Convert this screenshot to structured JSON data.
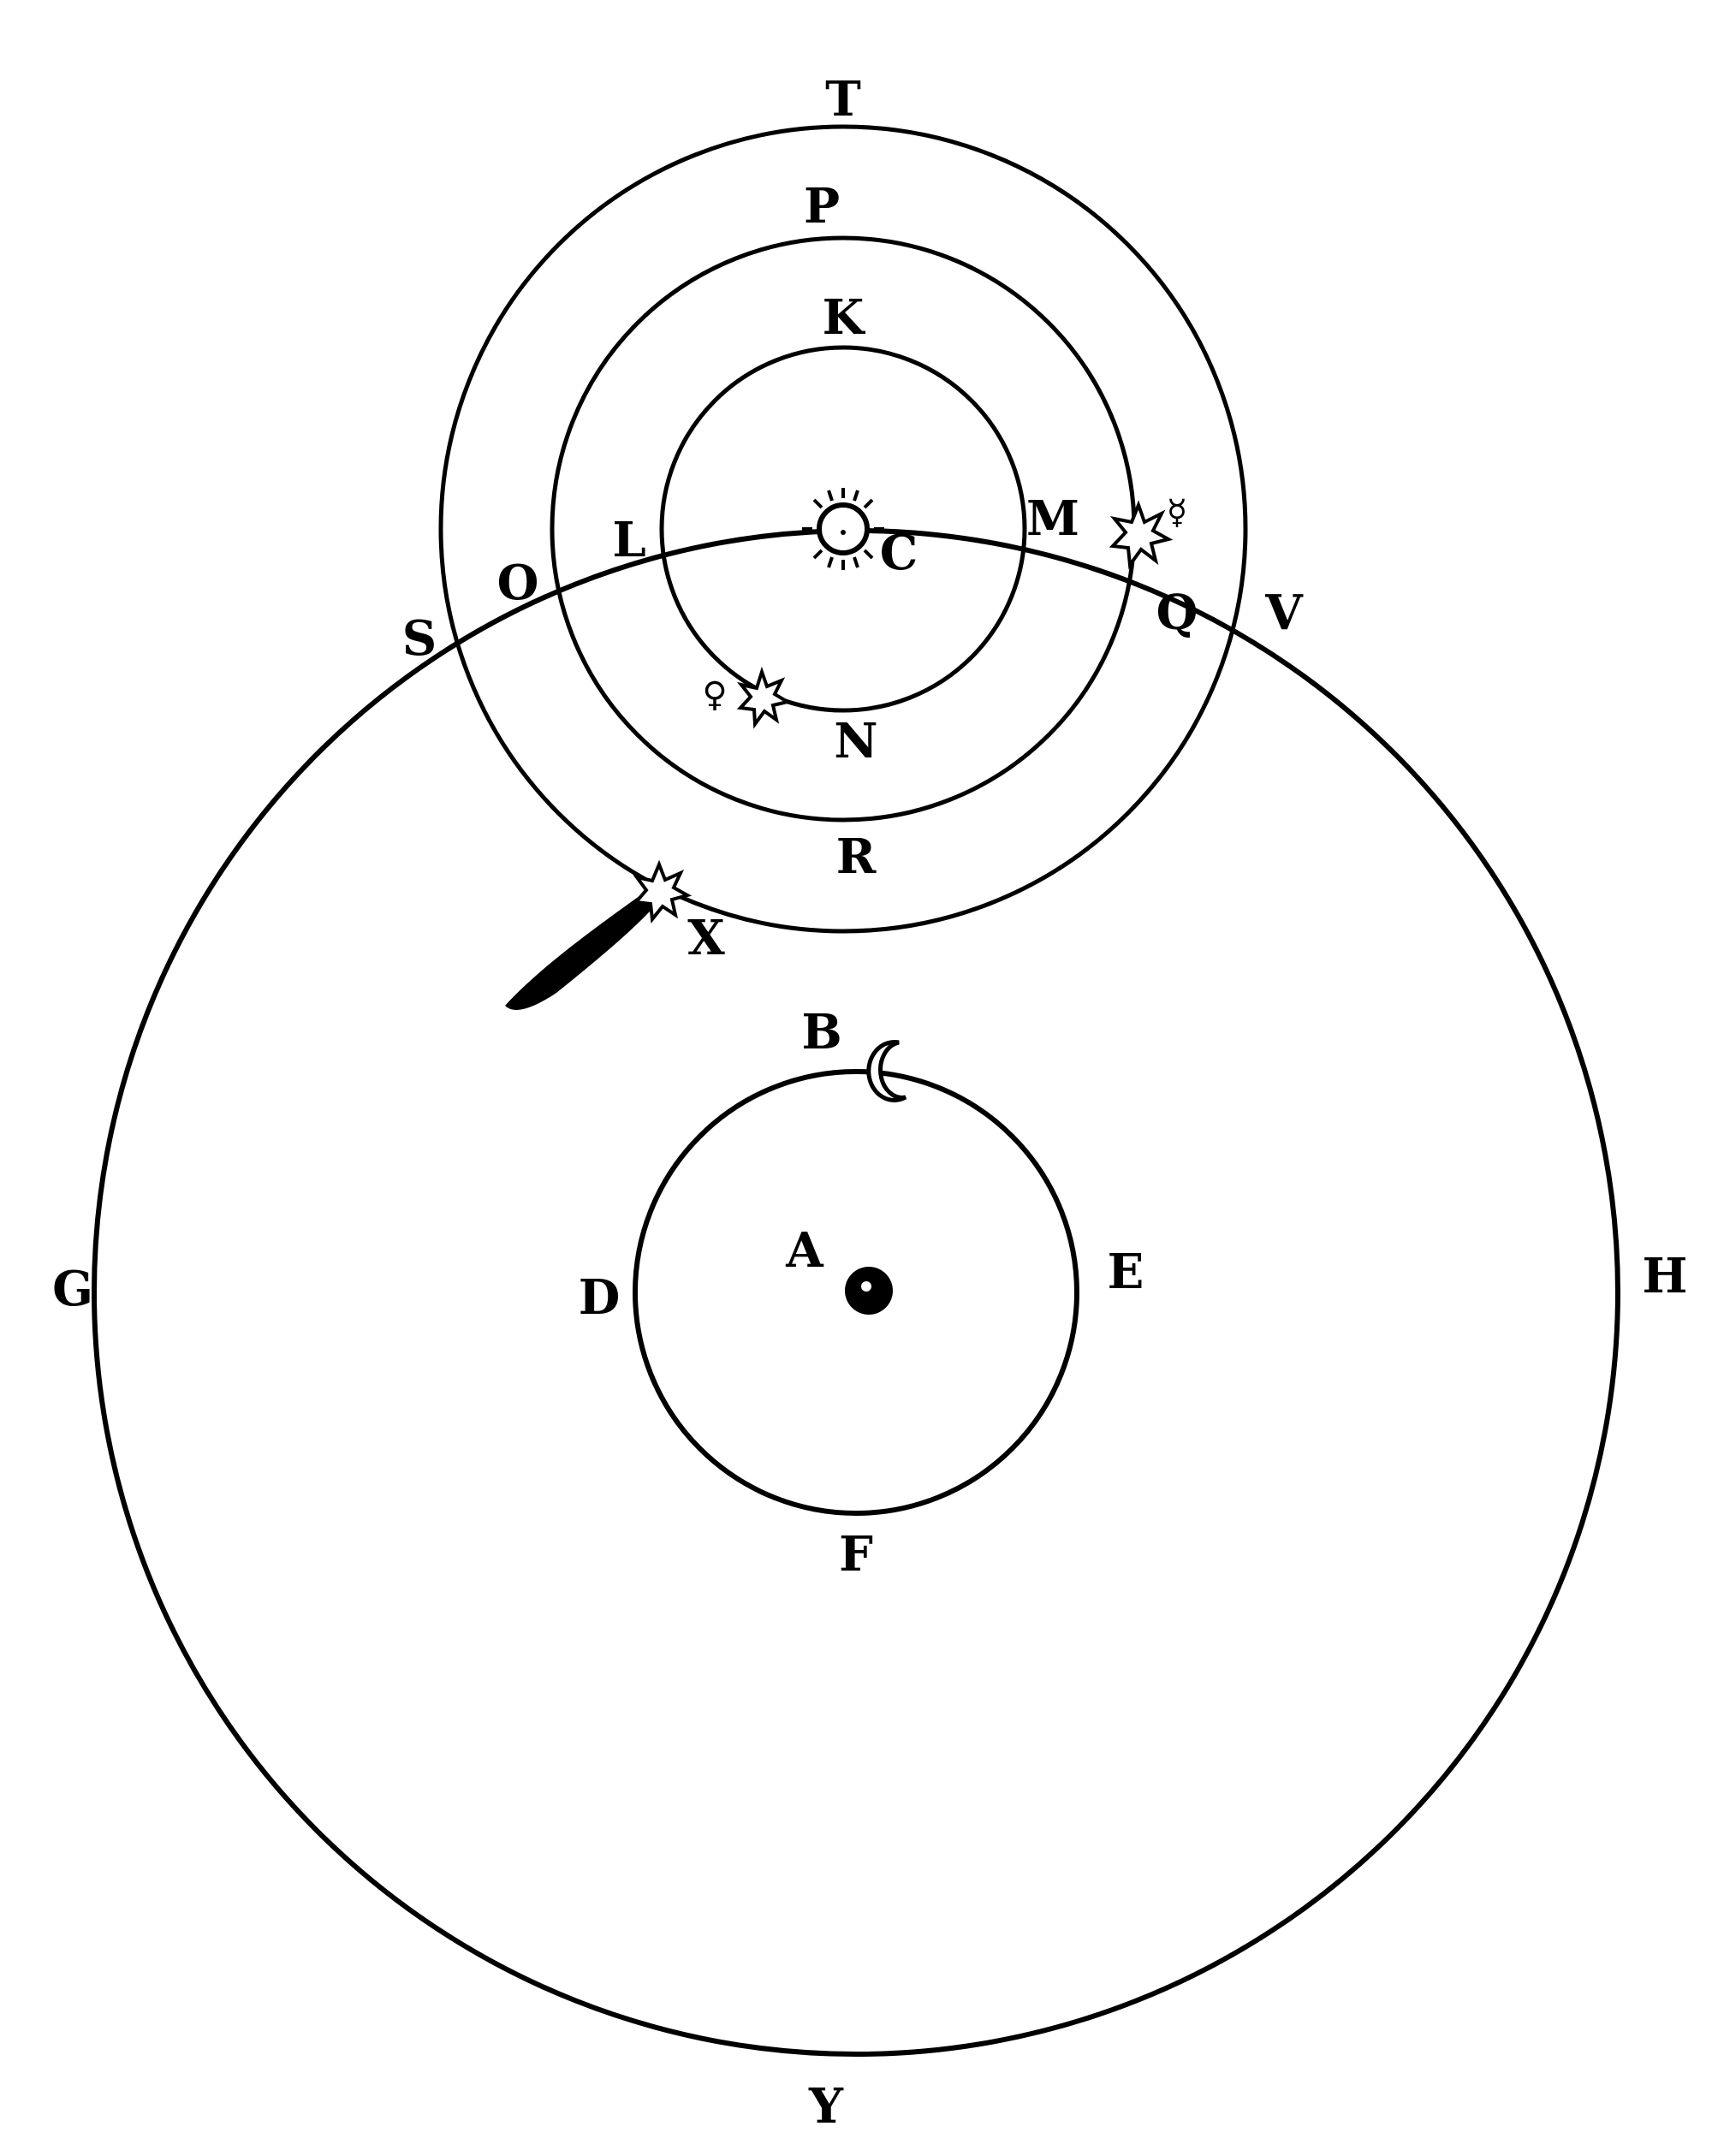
{
  "colors": {
    "ink": "#000000",
    "paper": "#ffffff"
  },
  "labels": {
    "T": "T",
    "P": "P",
    "K": "K",
    "L": "L",
    "M": "M",
    "C": "C",
    "O": "O",
    "S": "S",
    "Q": "Q",
    "V": "V",
    "N": "N",
    "R": "R",
    "X": "X",
    "B": "B",
    "A": "A",
    "D": "D",
    "E": "E",
    "G": "G",
    "H": "H",
    "F": "F",
    "Y": "Y"
  },
  "icons": {
    "sun": "sun-icon",
    "moon": "moon-icon",
    "earth": "earth-icon",
    "comet": "comet-icon",
    "mercury": "mercury-icon",
    "venus": "venus-icon"
  },
  "symbols": {
    "mercury": "☿",
    "venus": "♀"
  }
}
